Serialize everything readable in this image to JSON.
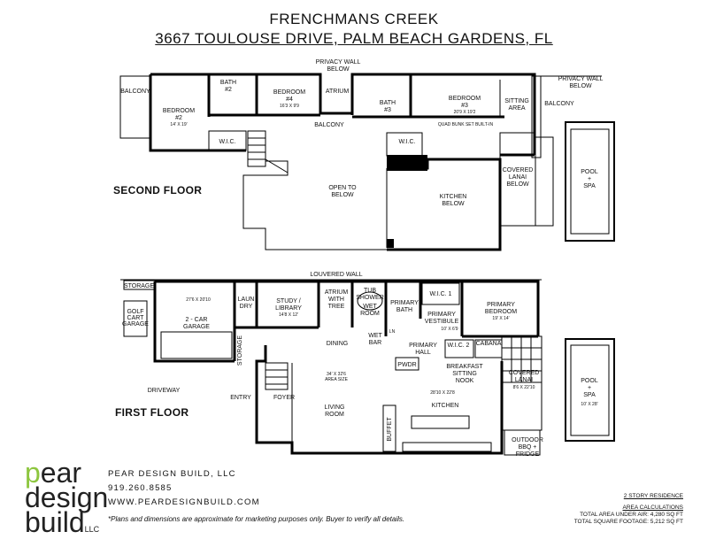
{
  "header": {
    "title": "FRENCHMANS CREEK",
    "address": "3667 TOULOUSE DRIVE, PALM BEACH GARDENS, FL"
  },
  "floors": {
    "second_label": "SECOND FLOOR",
    "first_label": "FIRST FLOOR"
  },
  "second_floor_rooms": {
    "balcony_left": "BALCONY",
    "bedroom2": "BEDROOM",
    "bedroom2_num": "#2",
    "bedroom2_dim": "14' X 19'",
    "bath2": "BATH",
    "bath2_num": "#2",
    "bedroom4": "BEDROOM",
    "bedroom4_num": "#4",
    "bedroom4_dim": "16'3 X 9'9",
    "atrium": "ATRIUM",
    "privacy_wall": "PRIVACY WALL",
    "privacy_below": "BELOW",
    "bath3": "BATH",
    "bath3_num": "#3",
    "bedroom3": "BEDROOM",
    "bedroom3_num": "#3",
    "bedroom3_dim": "20'9 X 19'2",
    "quad_bunk": "QUAD BUNK SET BUILT-IN",
    "sitting": "SITTING",
    "sitting_area": "AREA",
    "privacy_wall_right": "PRIVACY WALL",
    "privacy_below_right": "BELOW",
    "balcony_right": "BALCONY",
    "balcony_mid": "BALCONY",
    "wic_left": "W.I.C.",
    "wic_right": "W.I.C.",
    "open_to": "OPEN TO",
    "open_below": "BELOW",
    "kitchen": "KITCHEN",
    "kitchen_below": "BELOW",
    "covered": "COVERED",
    "lanai": "LANAI",
    "lanai_below": "BELOW",
    "pool": "POOL",
    "pool_plus": "+",
    "spa": "SPA"
  },
  "first_floor_rooms": {
    "louvered_wall": "LOUVERED WALL",
    "storage": "STORAGE",
    "garage_dim": "27'6 X 20'10",
    "golf": "GOLF",
    "cart": "CART",
    "garage_small": "GARAGE",
    "two_car": "2 - CAR",
    "garage": "GARAGE",
    "laun": "LAUN",
    "dry": "DRY",
    "storage_vert": "STORAGE",
    "study": "STUDY /",
    "library": "LIBRARY",
    "study_dim": "14'8 X 12'",
    "atrium": "ATRIUM",
    "with": "WITH",
    "tree": "TREE",
    "tub": "TUB",
    "shower": "SHOWER",
    "wet": "WET",
    "room": "ROOM",
    "primary": "PRIMARY",
    "bath": "BATH",
    "wic1": "W.I.C. 1",
    "primary_v": "PRIMARY",
    "vestibule": "VESTIBULE",
    "vest_dim": "10' X 6'9",
    "primary_bed": "PRIMARY",
    "bedroom": "BEDROOM",
    "primary_bed_dim": "19' X 14'",
    "ln": "LN",
    "wet_bar": "WET",
    "bar": "BAR",
    "dining": "DINING",
    "primary_hall": "PRIMARY",
    "hall": "HALL",
    "wic2": "W.I.C. 2",
    "cabana": "CABANA",
    "pwdr": "PWDR",
    "area_size_dim": "34' X 32'6",
    "area_size": "AREA SIZE",
    "breakfast": "BREAKFAST",
    "sitting": "SITTING",
    "nook": "NOOK",
    "breakfast_dim": "28'10 X 22'8",
    "covered": "COVERED",
    "lanai": "LANAI",
    "lanai_dim": "8'6 X 22'10",
    "driveway": "DRIVEWAY",
    "entry": "ENTRY",
    "foyer": "FOYER",
    "living": "LIVING",
    "living_room": "ROOM",
    "kitchen": "KITCHEN",
    "buffet": "BUFFET",
    "pool": "POOL",
    "pool_plus": "+",
    "spa": "SPA",
    "pool_dim": "10' X 28'",
    "outdoor": "OUTDOOR",
    "bbq": "BBQ +",
    "fridge": "FRIDGE"
  },
  "logo": {
    "line1_p": "p",
    "line1_rest": "ear",
    "line2": "design",
    "line3": "build",
    "llc": "LLC"
  },
  "company": {
    "name": "PEAR DESIGN BUILD, LLC",
    "phone": "919.260.8585",
    "website": "WWW.PEARDESIGNBUILD.COM",
    "disclaimer": "*Plans and dimensions are approximate for marketing purposes only. Buyer to verify all details."
  },
  "calculations": {
    "residence": "2 STORY RESIDENCE",
    "heading": "AREA CALCULATIONS",
    "under_air": "TOTAL AREA UNDER AIR:  4,280 SQ FT",
    "total": "TOTAL SQUARE FOOTAGE: 5,212 SQ FT"
  },
  "colors": {
    "wall": "#000000",
    "logo_accent": "#8dc63f",
    "text": "#111111"
  }
}
